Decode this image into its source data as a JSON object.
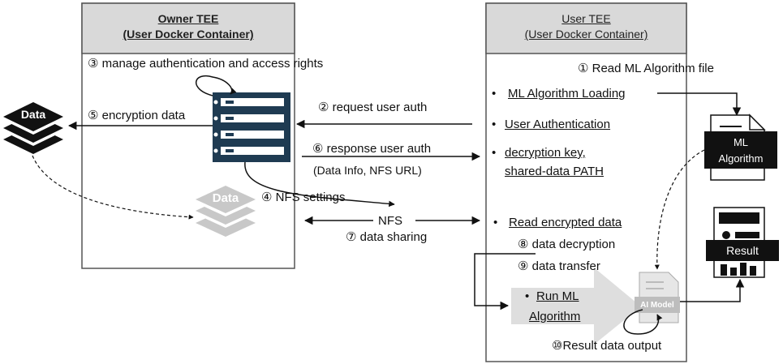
{
  "owner": {
    "title": "Owner TEE",
    "subtitle": "(User Docker Container)",
    "manage": "③ manage authentication and access rights",
    "encryption": "⑤ encryption data"
  },
  "user": {
    "title": "User TEE",
    "subtitle": "(User Docker Container)",
    "read_file": "① Read ML Algorithm file",
    "bullet": "•",
    "loading": "ML Algorithm Loading",
    "auth": "User Authentication",
    "key_line1": "decryption key,",
    "key_line2": "shared-data PATH",
    "read_encrypted": "Read encrypted data",
    "decrypt": "⑧ data decryption",
    "transfer": "⑨ data transfer",
    "run_line1": "Run ML",
    "run_line2": "Algorithm",
    "result_output": "⑩Result data output"
  },
  "middle": {
    "request": "② request user auth",
    "response": "⑥ response user auth",
    "response_detail": "(Data Info, NFS URL)",
    "nfs_settings": "④ NFS settings",
    "nfs": "NFS",
    "sharing": "⑦ data sharing"
  },
  "icons": {
    "data": "Data",
    "ml_line1": "ML",
    "ml_line2": "Algorithm",
    "result": "Result",
    "ai_model": "AI Model"
  }
}
